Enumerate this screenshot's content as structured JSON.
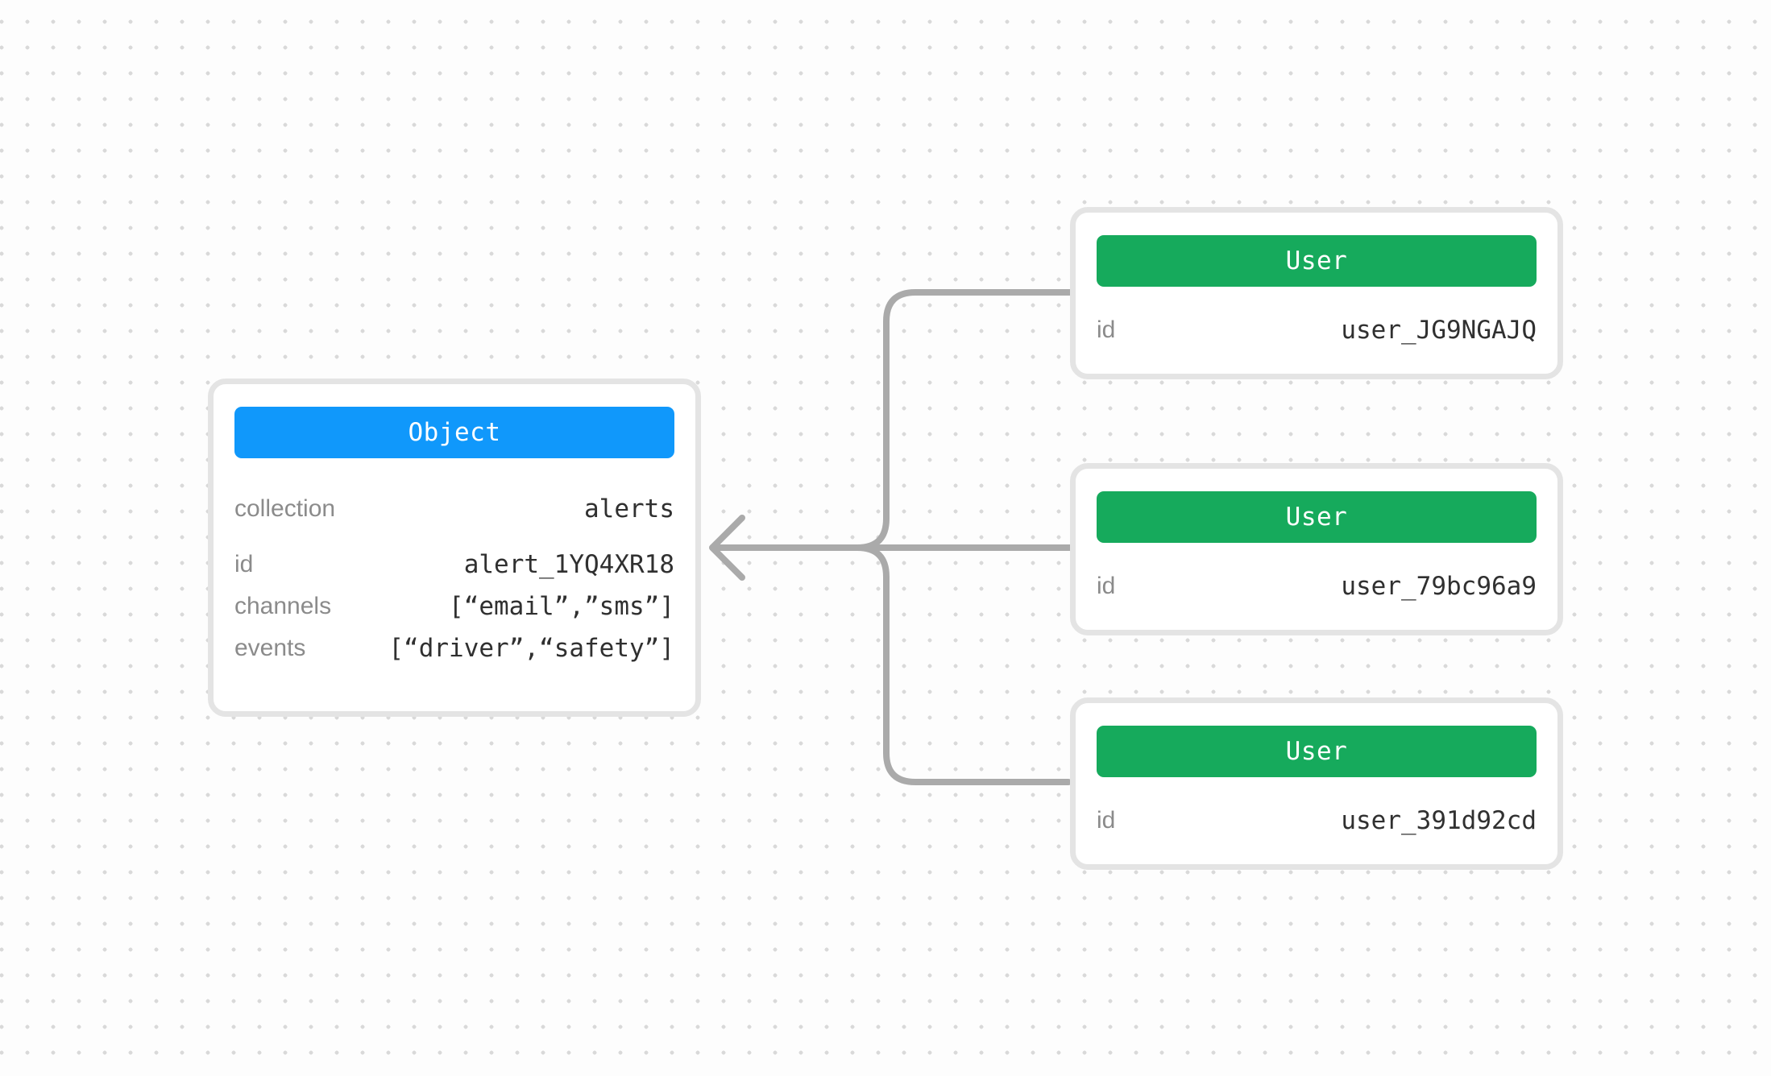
{
  "diagram": {
    "object_node": {
      "title": "Object",
      "fields": [
        {
          "label": "collection",
          "value": "alerts"
        },
        {
          "label": "id",
          "value": "alert_1YQ4XR18"
        },
        {
          "label": "channels",
          "value": "[“email”,”sms”]"
        },
        {
          "label": "events",
          "value": "[“driver”,“safety”]"
        }
      ]
    },
    "user_nodes": [
      {
        "title": "User",
        "fields": [
          {
            "label": "id",
            "value": "user_JG9NGAJQ"
          }
        ]
      },
      {
        "title": "User",
        "fields": [
          {
            "label": "id",
            "value": "user_79bc96a9"
          }
        ]
      },
      {
        "title": "User",
        "fields": [
          {
            "label": "id",
            "value": "user_391d92cd"
          }
        ]
      }
    ],
    "colors": {
      "object_header": "#1098fb",
      "user_header": "#16aa5c",
      "connector": "#aaaaaa",
      "card_border": "#e4e4e4",
      "card_background": "#ffffff",
      "label_text": "#8b8b8b",
      "value_text": "#303030",
      "header_text": "#ffffff",
      "background_dot": "#d9d9d9"
    }
  }
}
